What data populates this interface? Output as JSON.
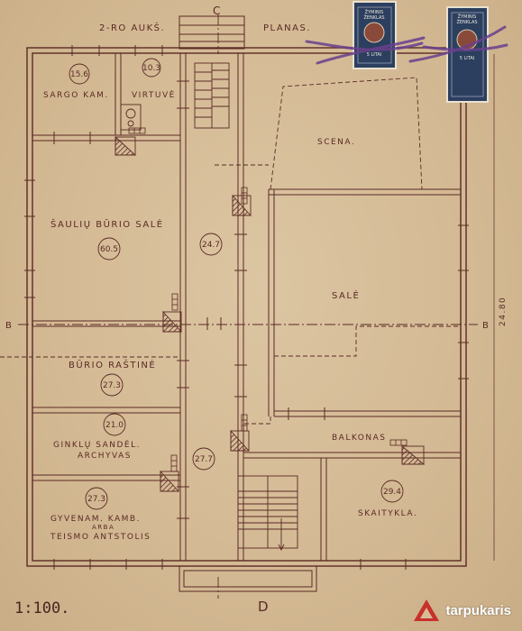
{
  "header": {
    "title_left": "2-RO AUKŠ.",
    "title_right": "PLANAS."
  },
  "axis_marks": {
    "top": "C",
    "bottom": "D",
    "left": "B",
    "right": "B",
    "dimension": "24.80"
  },
  "rooms": {
    "sargo": {
      "name": "SARGO KAM.",
      "area": "15.6"
    },
    "virtuve": {
      "name": "VIRTUVĖ",
      "area": "10.3"
    },
    "scena": {
      "name": "SCENA."
    },
    "sauliu": {
      "name": "ŠAULIŲ BŪRIO SALĖ",
      "area": "60.5"
    },
    "corridor1": {
      "area": "24.7"
    },
    "sale": {
      "name": "SALĖ"
    },
    "rastine": {
      "name": "BŪRIO RAŠTINĖ",
      "area": "27.3"
    },
    "ginklu": {
      "name_line1": "GINKLŲ SANDĖL.",
      "name_line2": "ARCHYVAS",
      "area": "21.0"
    },
    "corridor2": {
      "area": "27.7"
    },
    "balkonas": {
      "name": "BALKONAS"
    },
    "gyvenam": {
      "name_line1": "GYVENAM. KAMB.",
      "name_line2": "ARBA",
      "name_line3": "TEISMO ANTSTOLIS",
      "area": "27.3"
    },
    "skaitykla": {
      "name": "SKAITYKLA.",
      "area": "29.4"
    }
  },
  "scale": "1:100.",
  "stamps": [
    {
      "line1": "ŽYMINIS",
      "line2": "ŽENKLAS",
      "value": "5 LITAI"
    },
    {
      "line1": "ŽYMINIS",
      "line2": "ŽENKLAS",
      "value": "5 LITAI"
    }
  ],
  "watermark": {
    "text": "tarpukaris"
  },
  "colors": {
    "ink": "#5a2a24",
    "paper": "#d6bd98",
    "stamp": "#2c3f5e",
    "cancel": "#6a3f8e"
  }
}
